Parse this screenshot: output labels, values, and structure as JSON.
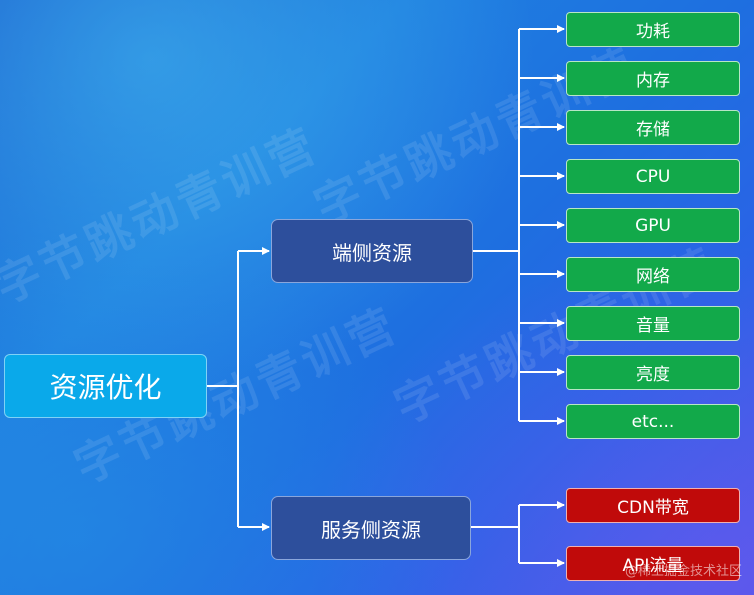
{
  "root": {
    "label": "资源优化"
  },
  "branches": [
    {
      "label": "端侧资源",
      "children": [
        "功耗",
        "内存",
        "存储",
        "CPU",
        "GPU",
        "网络",
        "音量",
        "亮度",
        "etc..."
      ],
      "color": "#12a94a"
    },
    {
      "label": "服务侧资源",
      "children": [
        "CDN带宽",
        "API流量"
      ],
      "color": "#c00a0a"
    }
  ],
  "watermark": {
    "text": "字节跳动青训营"
  },
  "credit": {
    "text": "@稀土掘金技术社区"
  },
  "colors": {
    "root_fill": "#0aa9ea",
    "branch_fill": "#2d4f9c",
    "connector": "#ffffff"
  }
}
